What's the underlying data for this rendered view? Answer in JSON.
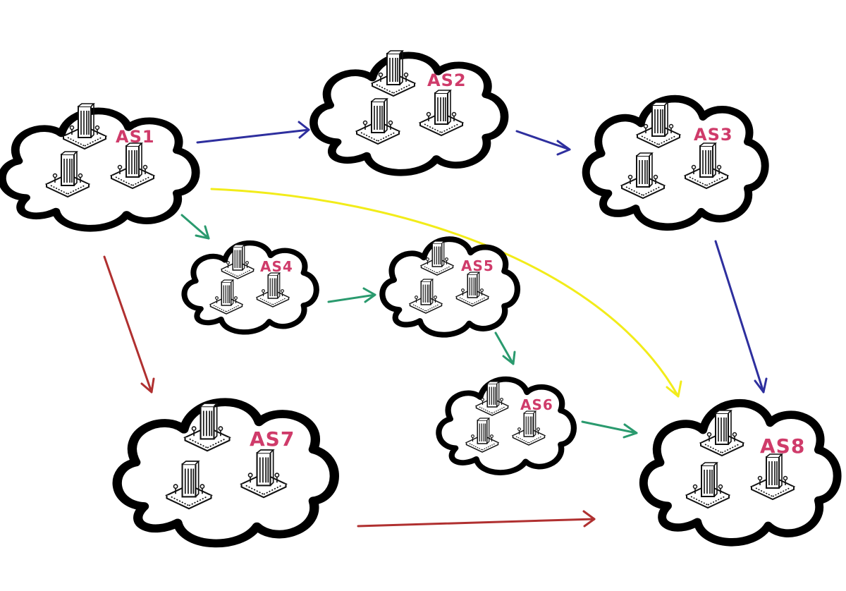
{
  "colors": {
    "blue": "#2e2f9e",
    "green": "#2a9a6e",
    "red": "#b03030",
    "yellow": "#f2ec1a",
    "label": "#cf3b6a"
  },
  "icon": "office-building-icon",
  "nodes": [
    {
      "id": "AS1",
      "label": "AS1"
    },
    {
      "id": "AS2",
      "label": "AS2"
    },
    {
      "id": "AS3",
      "label": "AS3"
    },
    {
      "id": "AS4",
      "label": "AS4"
    },
    {
      "id": "AS5",
      "label": "AS5"
    },
    {
      "id": "AS6",
      "label": "AS6"
    },
    {
      "id": "AS7",
      "label": "AS7"
    },
    {
      "id": "AS8",
      "label": "AS8"
    }
  ],
  "edges": [
    {
      "from": "AS1",
      "to": "AS2",
      "color": "blue"
    },
    {
      "from": "AS2",
      "to": "AS3",
      "color": "blue"
    },
    {
      "from": "AS3",
      "to": "AS8",
      "color": "blue"
    },
    {
      "from": "AS1",
      "to": "AS4",
      "color": "green"
    },
    {
      "from": "AS4",
      "to": "AS5",
      "color": "green"
    },
    {
      "from": "AS5",
      "to": "AS6",
      "color": "green"
    },
    {
      "from": "AS6",
      "to": "AS8",
      "color": "green"
    },
    {
      "from": "AS1",
      "to": "AS7",
      "color": "red"
    },
    {
      "from": "AS7",
      "to": "AS8",
      "color": "red"
    },
    {
      "from": "AS1",
      "to": "AS8",
      "color": "yellow"
    }
  ]
}
